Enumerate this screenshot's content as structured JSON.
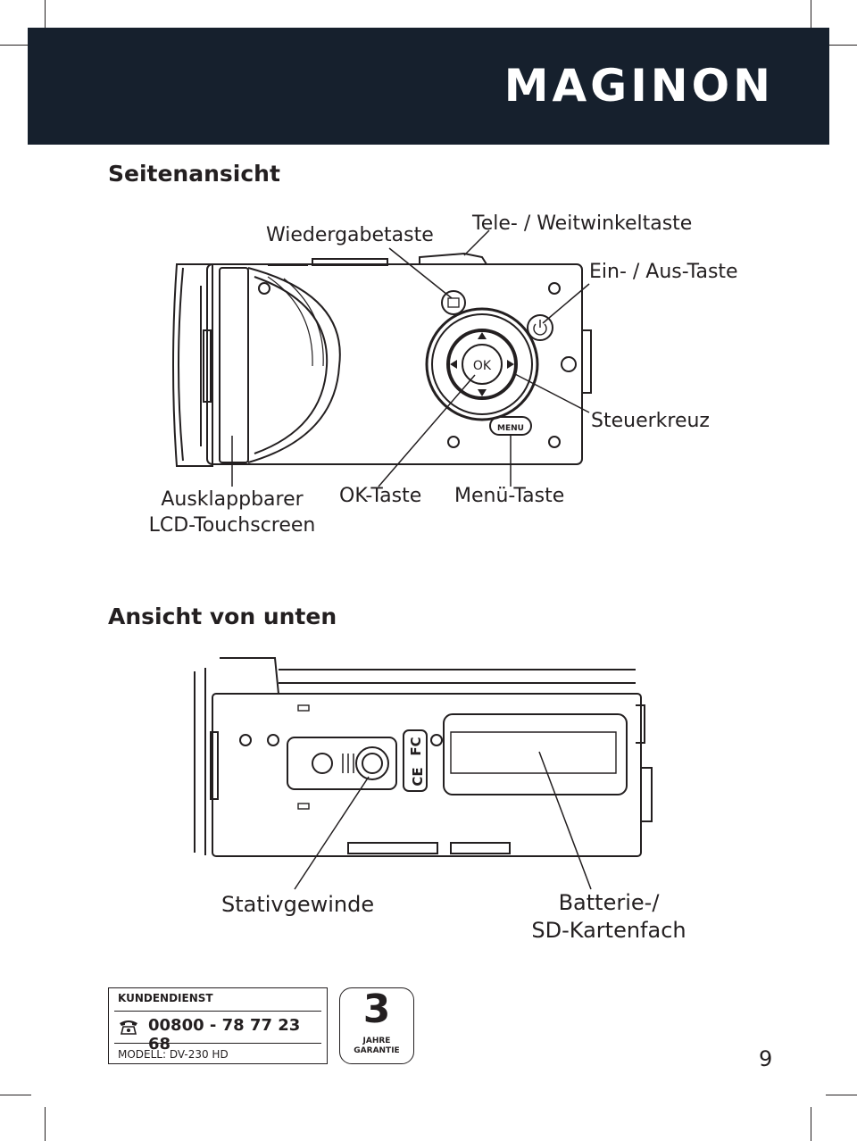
{
  "brand": "MAGINON",
  "sections": {
    "side_view": "Seitenansicht",
    "bottom_view": "Ansicht von unten"
  },
  "side_labels": {
    "playback": "Wiedergabetaste",
    "zoom": "Tele- / Weitwinkeltaste",
    "power": "Ein- / Aus-Taste",
    "dpad": "Steuerkreuz",
    "lcd_line1": "Ausklappbarer",
    "lcd_line2": "LCD-Touchscreen",
    "ok": "OK-Taste",
    "menu": "Menü-Taste"
  },
  "device_text": {
    "ok_button": "OK",
    "menu_button": "MENU"
  },
  "bottom_labels": {
    "tripod": "Stativgewinde",
    "battery_line1": "Batterie-/",
    "battery_line2": "SD-Kartenfach"
  },
  "footer": {
    "service_title": "KUNDENDIENST",
    "phone": "00800 - 78 77 23 68",
    "model": "MODELL: DV-230 HD",
    "warranty_number": "3",
    "warranty_line1": "JAHRE",
    "warranty_line2": "GARANTIE"
  },
  "page_number": "9",
  "icons": [
    "telephone-icon",
    "power-icon",
    "playback-icon",
    "ce-mark-icon",
    "fc-mark-icon"
  ]
}
